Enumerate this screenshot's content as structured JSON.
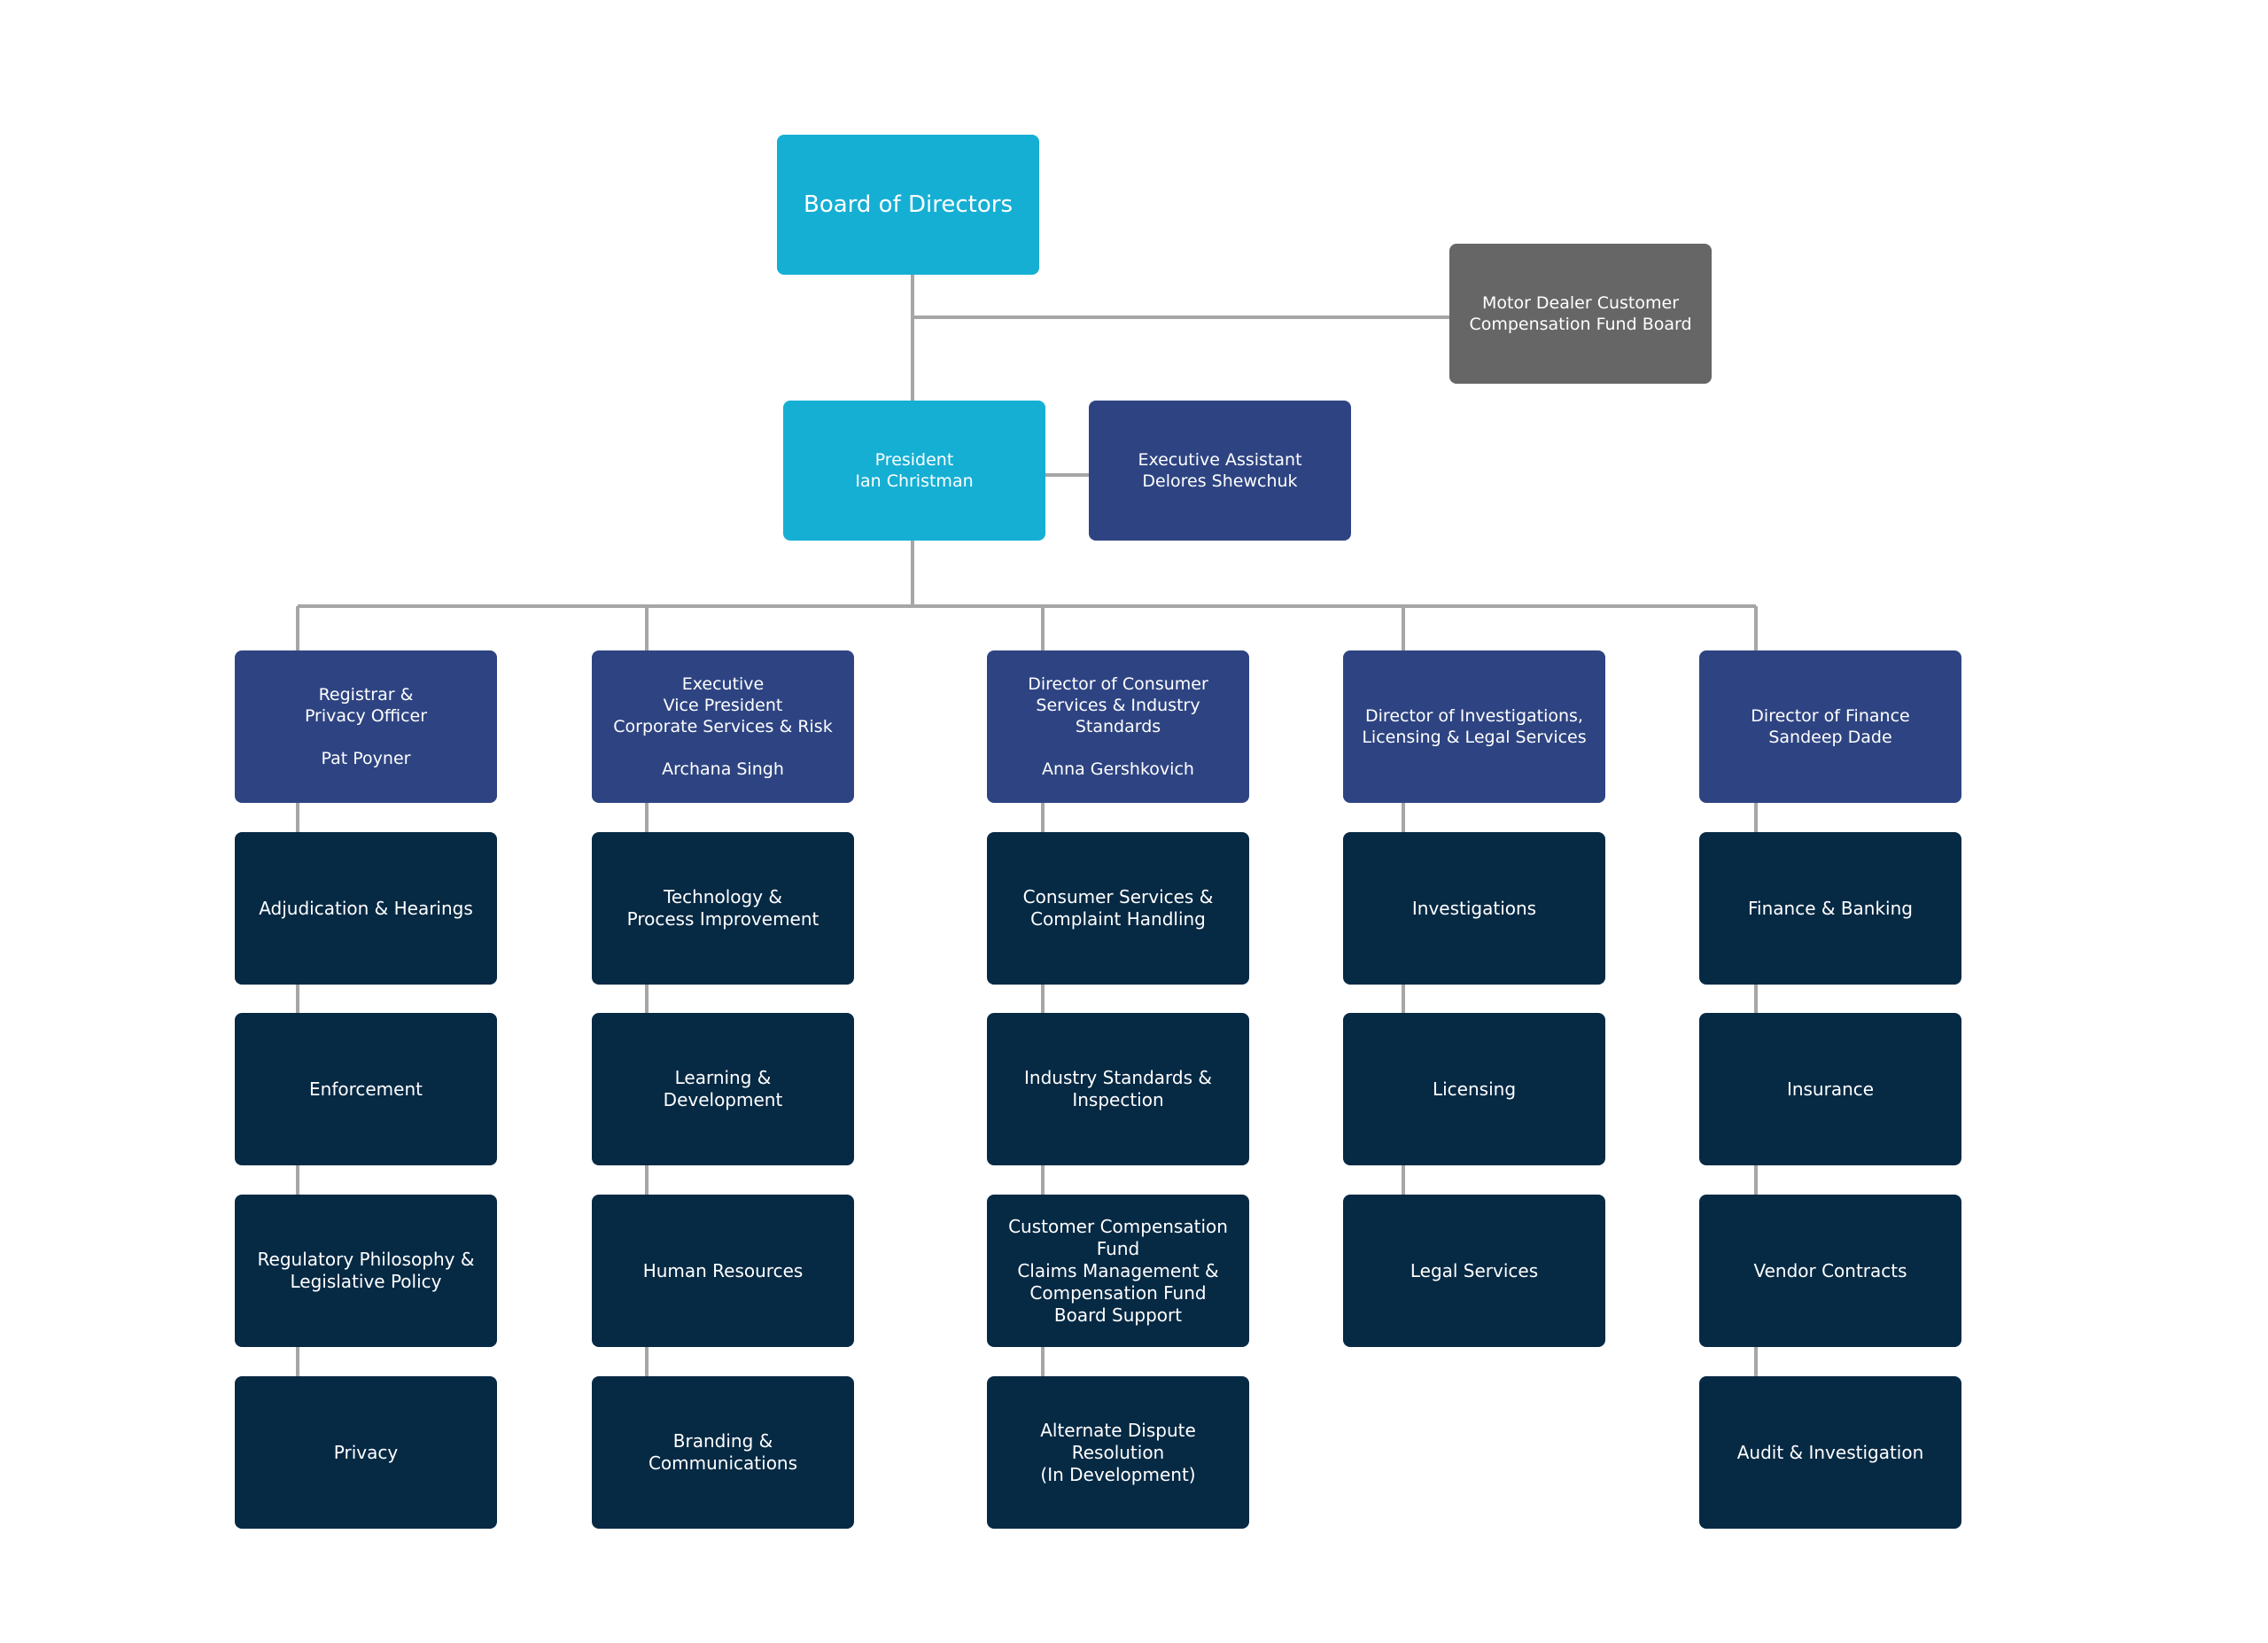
{
  "board": {
    "label": "Board of Directors"
  },
  "motor_board": {
    "label": "Motor Dealer Customer\nCompensation Fund Board"
  },
  "president": {
    "label": "President\nIan Christman"
  },
  "exec_assistant": {
    "label": "Executive Assistant\nDelores Shewchuk"
  },
  "columns": [
    {
      "head": "Registrar &\nPrivacy Officer\n\nPat Poyner",
      "items": [
        "Adjudication & Hearings",
        "Enforcement",
        "Regulatory Philosophy &\nLegislative Policy",
        "Privacy"
      ]
    },
    {
      "head": "Executive\nVice President\nCorporate Services & Risk\n\nArchana Singh",
      "items": [
        "Technology &\nProcess Improvement",
        "Learning &\nDevelopment",
        "Human Resources",
        "Branding &\nCommunications"
      ]
    },
    {
      "head": "Director of Consumer\nServices & Industry\nStandards\n\nAnna Gershkovich",
      "items": [
        "Consumer Services &\nComplaint Handling",
        "Industry Standards &\nInspection",
        "Customer Compensation Fund\nClaims Management &\nCompensation Fund\nBoard Support",
        "Alternate Dispute Resolution\n(In Development)"
      ]
    },
    {
      "head": "Director of Investigations,\nLicensing & Legal Services",
      "items": [
        "Investigations",
        "Licensing",
        "Legal Services"
      ]
    },
    {
      "head": "Director of Finance\nSandeep Dade",
      "items": [
        "Finance & Banking",
        "Insurance",
        "Vendor Contracts",
        "Audit & Investigation"
      ]
    }
  ],
  "colors": {
    "teal": "#16afd4",
    "gray": "#666666",
    "navy": "#2e4482",
    "dark_navy": "#062944",
    "connector": "#a6a6a6"
  }
}
